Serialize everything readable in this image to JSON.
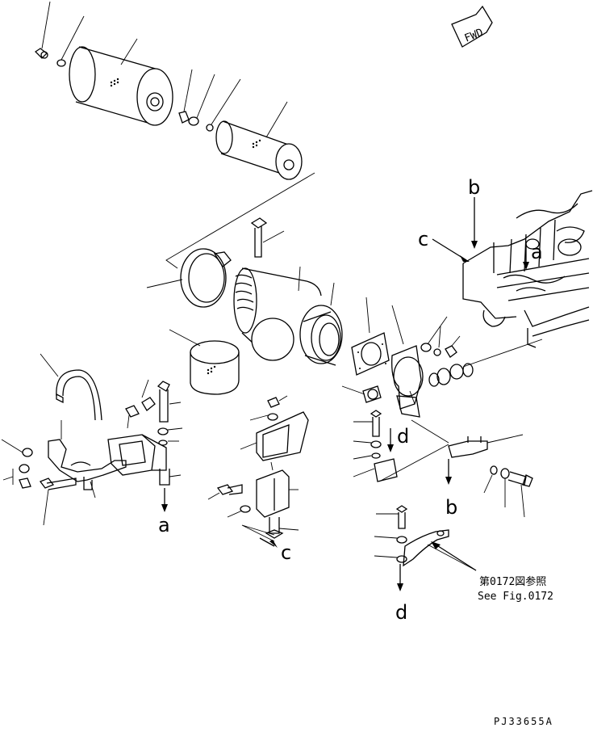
{
  "diagram": {
    "fwd_marker": "FWD",
    "letters": {
      "a_left": "a",
      "a_right": "a",
      "b_top": "b",
      "b_bottom": "b",
      "c_left": "c",
      "c_right": "c",
      "d_top": "d",
      "d_bottom": "d"
    },
    "reference": {
      "line1": "第0172図参照",
      "line2": "See Fig.0172"
    },
    "drawing_code": "PJ33655A"
  }
}
